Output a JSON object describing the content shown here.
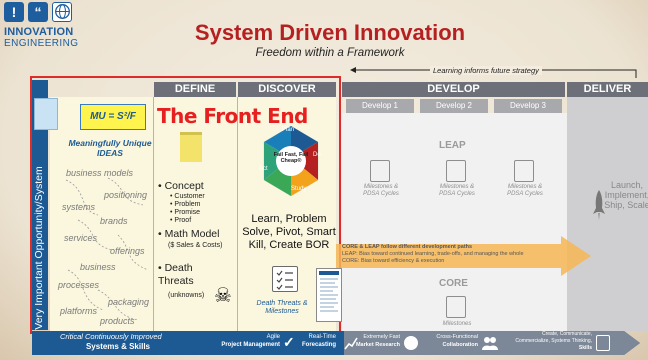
{
  "header": {
    "logo_line1": "INNOVATION",
    "logo_line2": "ENGINEERING",
    "title": "System Driven Innovation",
    "subtitle": "Freedom within a Framework",
    "learning_label": "Learning informs future strategy"
  },
  "stages": {
    "define": "DEFINE",
    "discover": "DISCOVER",
    "develop": "DEVELOP",
    "deliver": "DELIVER"
  },
  "develop_tabs": [
    "Develop 1",
    "Develop 2",
    "Develop 3"
  ],
  "sidebar_label": "Very Important Opportunity/System",
  "front_end_label": "The Front End",
  "formula": "MU = S²/F",
  "ideas": {
    "label": "Meaningfully Unique IDEAS",
    "words": [
      "business models",
      "positioning",
      "systems",
      "brands",
      "services",
      "offerings",
      "business",
      "processes",
      "packaging",
      "platforms",
      "products"
    ]
  },
  "define": {
    "concept": "Concept",
    "concept_items": [
      "Customer",
      "Problem",
      "Promise",
      "Proof"
    ],
    "math_model": "Math Model",
    "math_model_note": "($ Sales & Costs)",
    "death_threats": "Death Threats",
    "death_threats_note": "(unknowns)"
  },
  "discover": {
    "cycle_center": "Fail Fast, Fail Cheap®",
    "cycle_steps": [
      "Plan",
      "Do",
      "Study",
      "Act"
    ],
    "actions": "Learn, Problem Solve, Pivot, Smart Kill, Create BOR",
    "death_threats_milestones": "Death Threats & Milestones"
  },
  "develop": {
    "leap_title": "LEAP",
    "core_title": "CORE",
    "milestones_caption": "Milestones & PDSA Cycles",
    "core_milestones": "Milestones",
    "arrow_lines": [
      "CORE & LEAP follow different development paths",
      "LEAP: Bias toward continued learning, trade-offs, and managing the whole",
      "CORE: Bias toward efficiency & execution"
    ]
  },
  "deliver": {
    "text": "Launch, Implement, Ship, Scale"
  },
  "bottom_bar": {
    "left_line1": "Critical Continuously Improved",
    "left_line2": "Systems & Skills",
    "agile_line1": "Agile",
    "agile_line2": "Project Management",
    "realtime_line1": "Real-Time",
    "realtime_line2": "Forecasting",
    "research_line1": "Extremely Fast",
    "research_line2": "Market Research",
    "collab_line1": "Cross-Functional",
    "collab_line2": "Collaboration",
    "skills_line1": "Create, Communicate,",
    "skills_line2": "Commercialize, Systems Thinking,",
    "skills_line3": "Skills"
  },
  "colors": {
    "title_red": "#b52020",
    "brand_blue": "#1d5a93",
    "stage_gray": "#6d7078",
    "front_end_border": "#e02b2b",
    "leap_arrow": "#f6b655"
  }
}
